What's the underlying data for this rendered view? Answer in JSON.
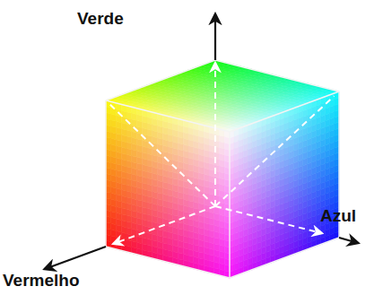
{
  "diagram": {
    "labels": [
      "Verde",
      "Azul",
      "Vermelho"
    ]
  }
}
